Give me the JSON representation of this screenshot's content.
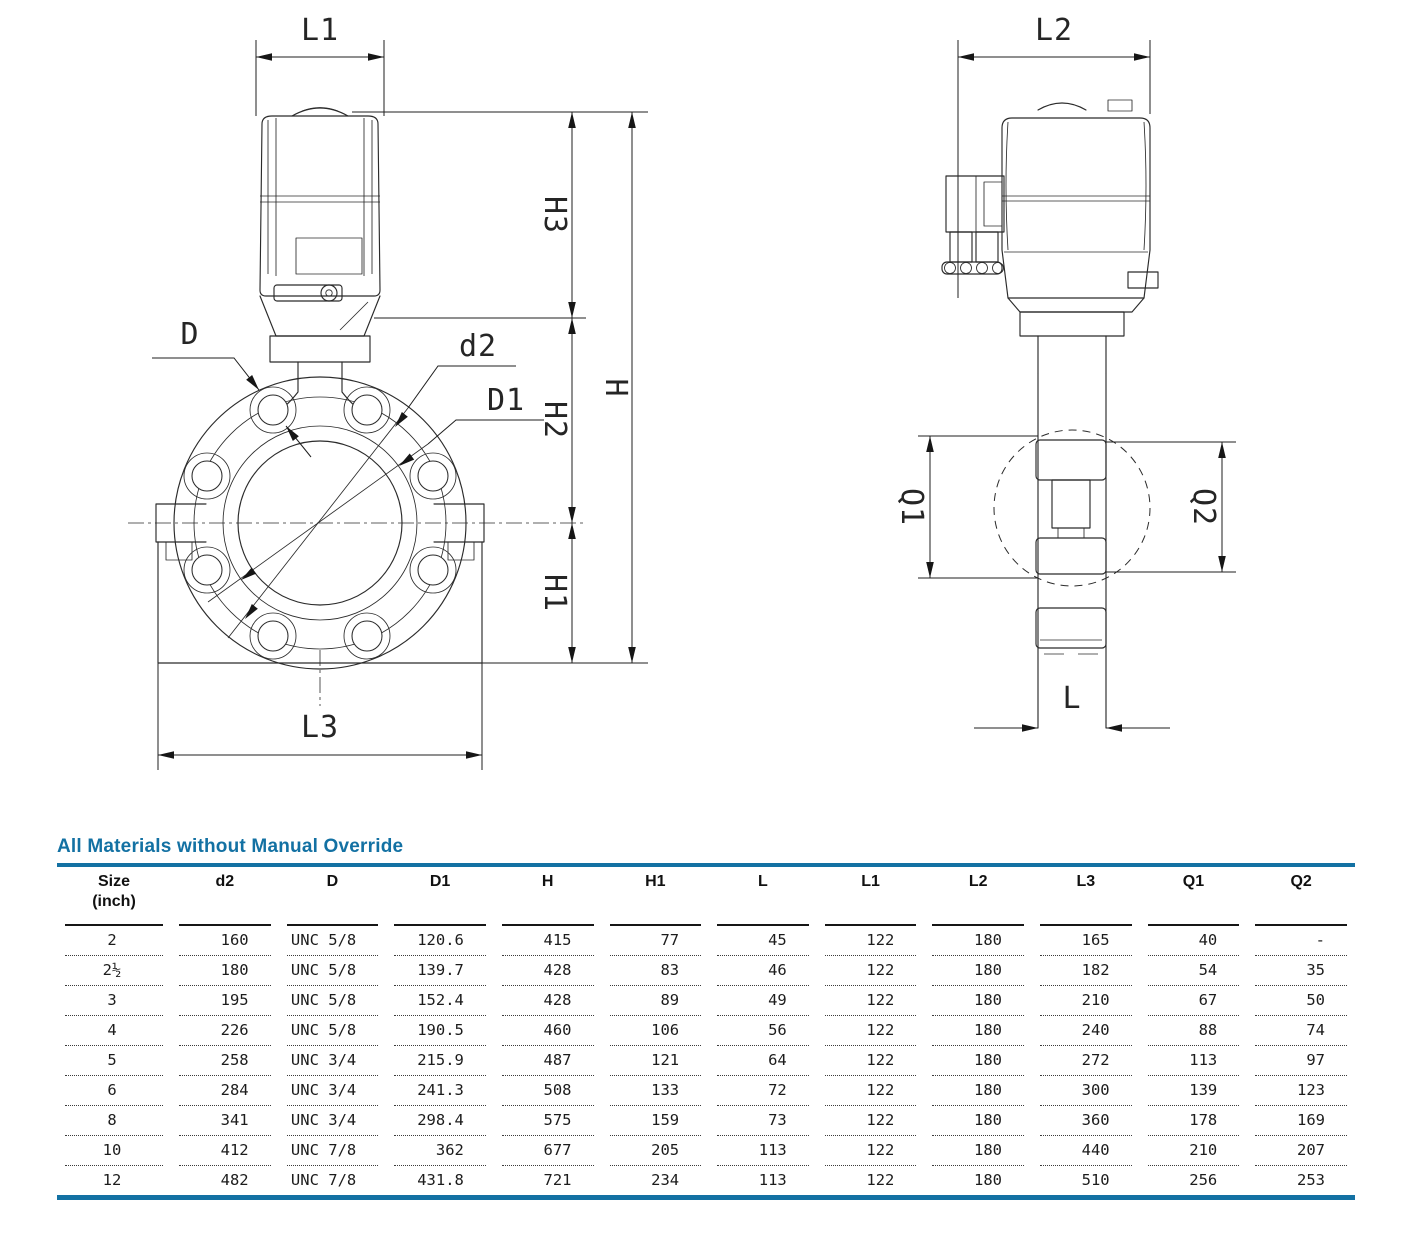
{
  "accent_color": "#1371a3",
  "drawing": {
    "front_view": {
      "labels": {
        "L1": "L1",
        "H3": "H3",
        "H2": "H2",
        "H1": "H1",
        "H": "H",
        "D": "D",
        "d2": "d2",
        "D1": "D1",
        "L3": "L3"
      }
    },
    "side_view": {
      "labels": {
        "L2": "L2",
        "Q1": "Q1",
        "Q2": "Q2",
        "L": "L"
      }
    }
  },
  "table": {
    "title": "All Materials without Manual Override",
    "headers": [
      "Size",
      "d2",
      "D",
      "D1",
      "H",
      "H1",
      "L",
      "L1",
      "L2",
      "L3",
      "Q1",
      "Q2"
    ],
    "header_sub": "(inch)",
    "rows": [
      [
        "2",
        "160",
        "UNC 5/8",
        "120.6",
        "415",
        "77",
        "45",
        "122",
        "180",
        "165",
        "40",
        "-"
      ],
      [
        "2½",
        "180",
        "UNC 5/8",
        "139.7",
        "428",
        "83",
        "46",
        "122",
        "180",
        "182",
        "54",
        "35"
      ],
      [
        "3",
        "195",
        "UNC 5/8",
        "152.4",
        "428",
        "89",
        "49",
        "122",
        "180",
        "210",
        "67",
        "50"
      ],
      [
        "4",
        "226",
        "UNC 5/8",
        "190.5",
        "460",
        "106",
        "56",
        "122",
        "180",
        "240",
        "88",
        "74"
      ],
      [
        "5",
        "258",
        "UNC 3/4",
        "215.9",
        "487",
        "121",
        "64",
        "122",
        "180",
        "272",
        "113",
        "97"
      ],
      [
        "6",
        "284",
        "UNC 3/4",
        "241.3",
        "508",
        "133",
        "72",
        "122",
        "180",
        "300",
        "139",
        "123"
      ],
      [
        "8",
        "341",
        "UNC 3/4",
        "298.4",
        "575",
        "159",
        "73",
        "122",
        "180",
        "360",
        "178",
        "169"
      ],
      [
        "10",
        "412",
        "UNC 7/8",
        "362",
        "677",
        "205",
        "113",
        "122",
        "180",
        "440",
        "210",
        "207"
      ],
      [
        "12",
        "482",
        "UNC 7/8",
        "431.8",
        "721",
        "234",
        "113",
        "122",
        "180",
        "510",
        "256",
        "253"
      ]
    ]
  }
}
